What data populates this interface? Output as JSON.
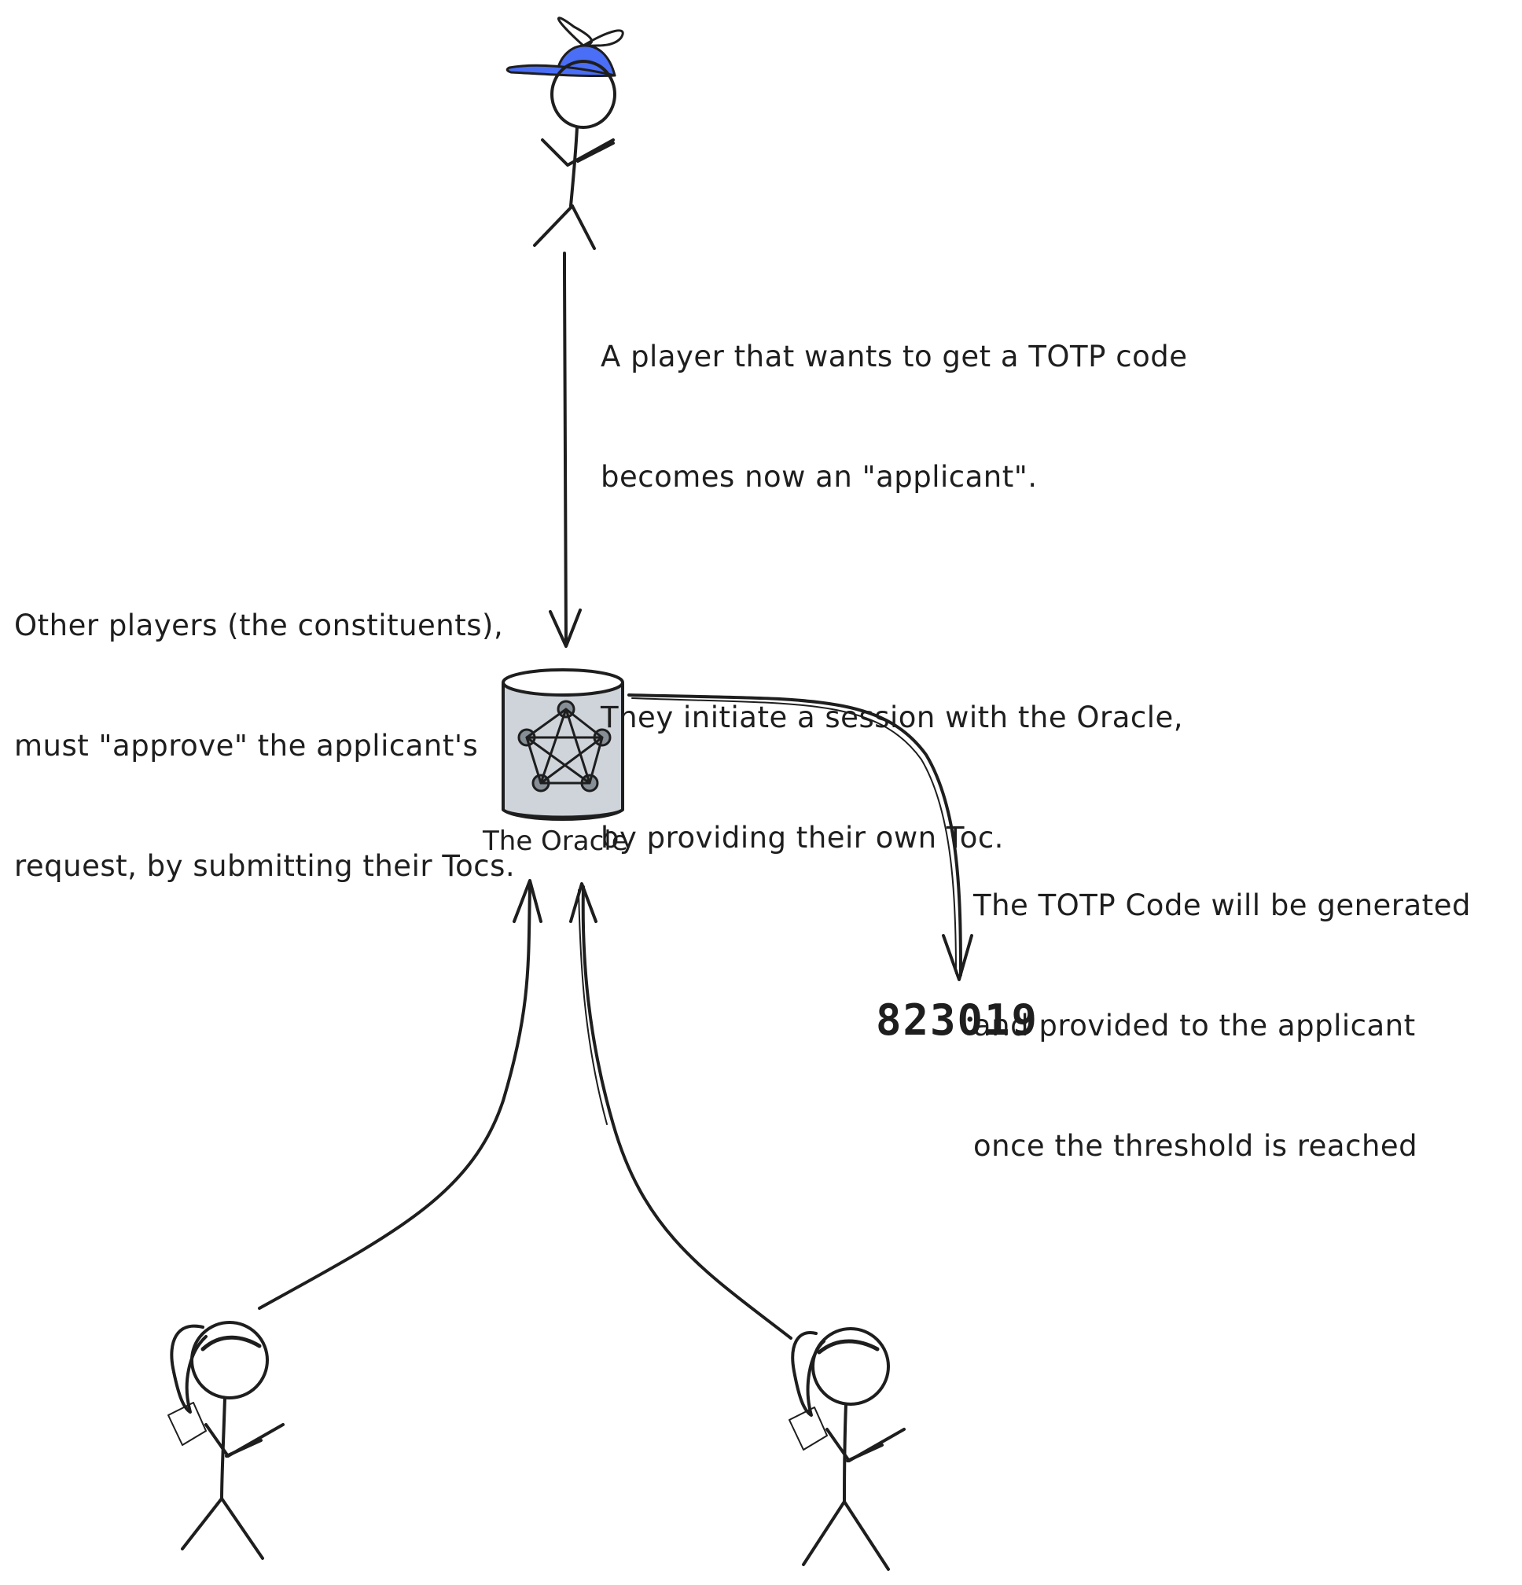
{
  "applicant_note": {
    "lines": [
      "A player that wants to get a TOTP code",
      "becomes now an \"applicant\".",
      "",
      "They initiate a session with the Oracle,",
      "by providing their own Toc."
    ]
  },
  "constituents_note": {
    "lines": [
      "Other players (the constituents),",
      "must \"approve\" the applicant's",
      "request, by submitting their Tocs."
    ]
  },
  "oracle": {
    "label": "The Oracle"
  },
  "result_note": {
    "lines": [
      "The TOTP Code will be generated",
      "and provided to the applicant",
      "once the threshold is reached"
    ]
  },
  "totp_code": "823019",
  "colors": {
    "stroke": "#1e1e1e",
    "cap": "#4a6ef5",
    "oracle_fill": "#ced4da",
    "node_fill": "#868e96"
  }
}
